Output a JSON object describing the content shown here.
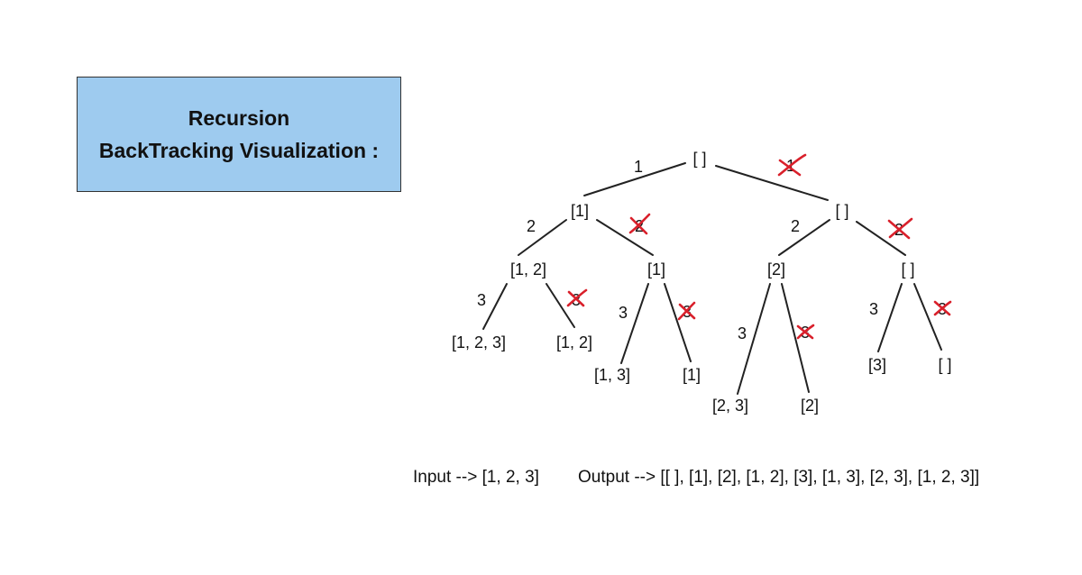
{
  "title": {
    "line1": "Recursion",
    "line2": "BackTracking Visualization :"
  },
  "colors": {
    "title_box_fill": "#9ecbef",
    "cross_mark": "#d9202b"
  },
  "tree": {
    "nodes": {
      "root": "[ ]",
      "n_1": "[1]",
      "n_empty_1": "[ ]",
      "n_12": "[1, 2]",
      "n_1b": "[1]",
      "n_2": "[2]",
      "n_empty_2": "[ ]",
      "n_123": "[1, 2, 3]",
      "n_12b": "[1, 2]",
      "n_13": "[1, 3]",
      "n_1c": "[1]",
      "n_23": "[2, 3]",
      "n_2b": "[2]",
      "n_3": "[3]",
      "n_empty_3": "[ ]"
    },
    "edge_labels": {
      "root_include_1": "1",
      "root_exclude_1": "1",
      "n1_include_2": "2",
      "n1_exclude_2": "2",
      "empty1_include_2": "2",
      "empty1_exclude_2": "2",
      "n12_include_3": "3",
      "n12_exclude_3": "3",
      "n1b_include_3": "3",
      "n1b_exclude_3": "3",
      "n2_include_3": "3",
      "n2_exclude_3": "3",
      "empty2_include_3": "3",
      "empty2_exclude_3": "3"
    }
  },
  "io": {
    "input": "Input --> [1, 2, 3]",
    "output": "Output --> [[ ], [1], [2], [1, 2], [3], [1, 3], [2, 3], [1, 2, 3]]"
  }
}
